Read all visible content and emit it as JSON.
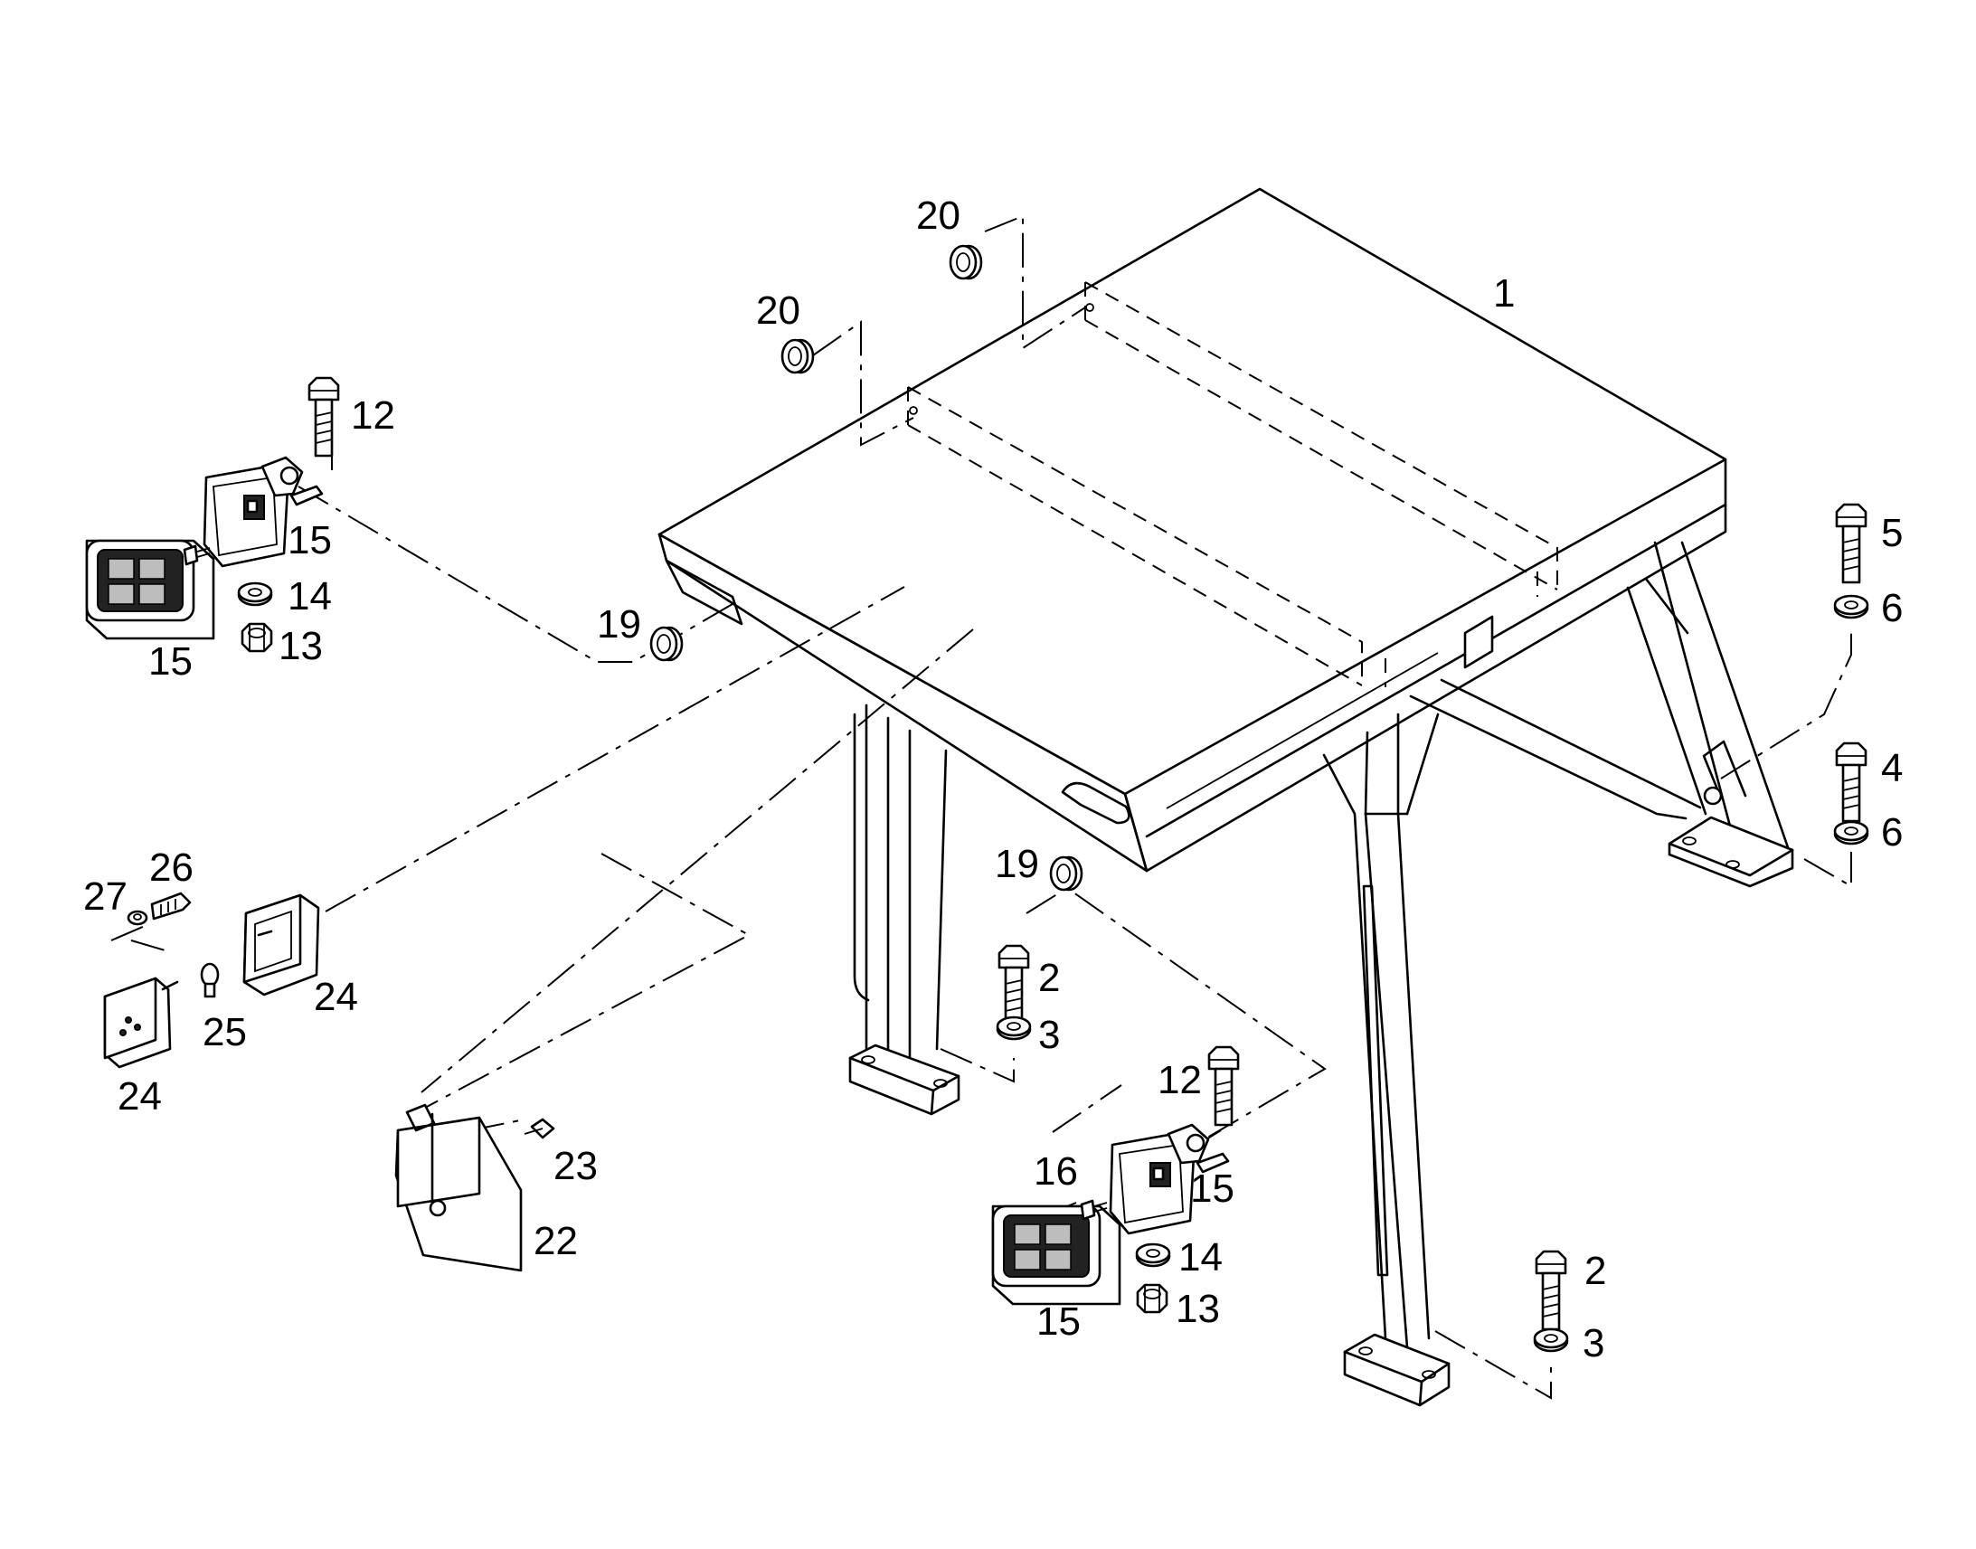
{
  "callouts": {
    "c1": "1",
    "c2a": "2",
    "c2b": "2",
    "c3a": "3",
    "c3b": "3",
    "c4": "4",
    "c5": "5",
    "c6a": "6",
    "c6b": "6",
    "c12a": "12",
    "c12b": "12",
    "c13a": "13",
    "c13b": "13",
    "c14a": "14",
    "c14b": "14",
    "c15a": "15",
    "c15b": "15",
    "c15c": "15",
    "c15d": "15",
    "c16": "16",
    "c19a": "19",
    "c19b": "19",
    "c20a": "20",
    "c20b": "20",
    "c22": "22",
    "c23": "23",
    "c24a": "24",
    "c24b": "24",
    "c25": "25",
    "c26": "26",
    "c27": "27"
  },
  "icons": {
    "bolt": "hex-bolt-icon",
    "washer": "washer-icon",
    "nut": "hex-nut-icon",
    "grommet": "grommet-icon",
    "lamp": "work-lamp-icon",
    "bulb": "bulb-icon",
    "plate": "number-plate-icon"
  },
  "colors": {
    "line": "#000000",
    "background": "#ffffff"
  }
}
